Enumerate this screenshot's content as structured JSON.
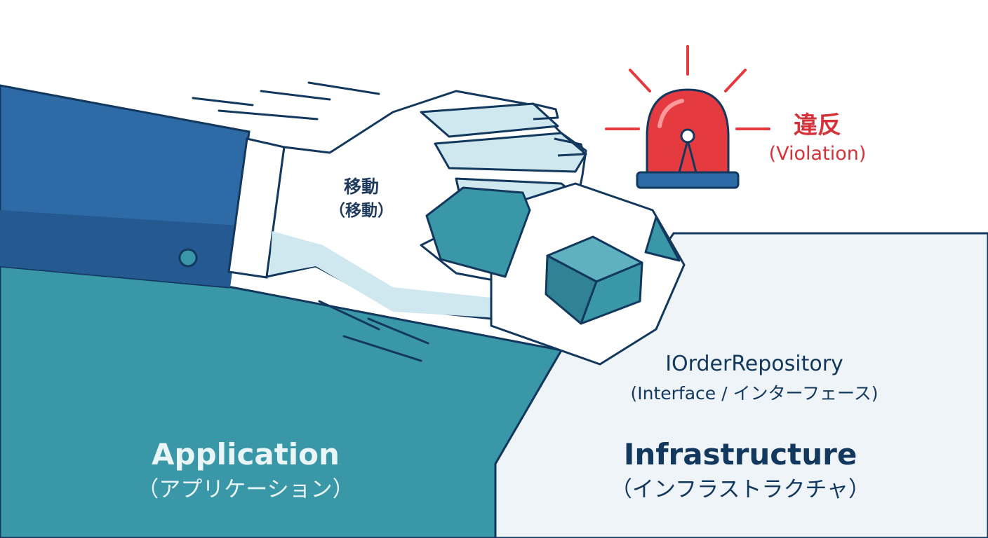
{
  "labels": {
    "move": {
      "main": "移動",
      "sub": "（移動）"
    },
    "violation": {
      "main": "違反",
      "sub": "(Violation)"
    },
    "interface": {
      "main": "IOrderRepository",
      "sub": "(Interface / インターフェース)"
    },
    "application": {
      "main": "Application",
      "sub": "（アプリケーション）"
    },
    "infrastructure": {
      "main": "Infrastructure",
      "sub": "（インフラストラクチャ）"
    }
  },
  "colors": {
    "application_layer": "#3a97a8",
    "infrastructure_layer": "#eef4f8",
    "sleeve": "#2e6aa6",
    "outline": "#13385e",
    "siren_red": "#e53b40",
    "violation_text": "#d6323a",
    "cube": "#3a97a8"
  },
  "icons": [
    "siren-icon",
    "hand-icon",
    "cube-icon"
  ]
}
